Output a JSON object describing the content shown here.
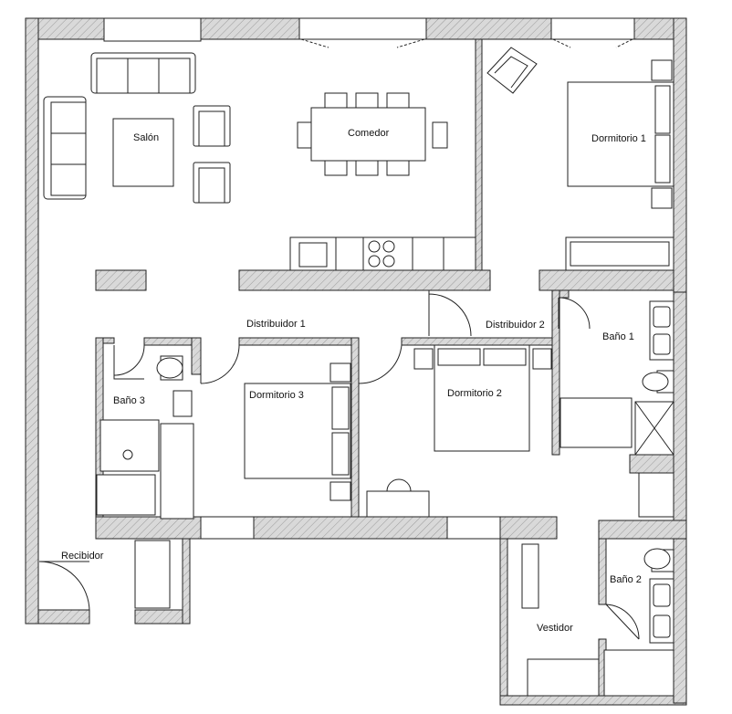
{
  "rooms": {
    "salon": "Salón",
    "comedor": "Comedor",
    "dormitorio1": "Dormitorio 1",
    "distribuidor1": "Distribuidor 1",
    "distribuidor2": "Distribuidor 2",
    "bano1": "Baño 1",
    "bano3": "Baño 3",
    "dormitorio3": "Dormitorio 3",
    "dormitorio2": "Dormitorio 2",
    "recibidor": "Recibidor",
    "bano2": "Baño 2",
    "vestidor": "Vestidor"
  },
  "colors": {
    "wall_fill": "#d9d9d9",
    "hatch": "#8a8a8a",
    "line": "#222222",
    "background": "#ffffff"
  }
}
